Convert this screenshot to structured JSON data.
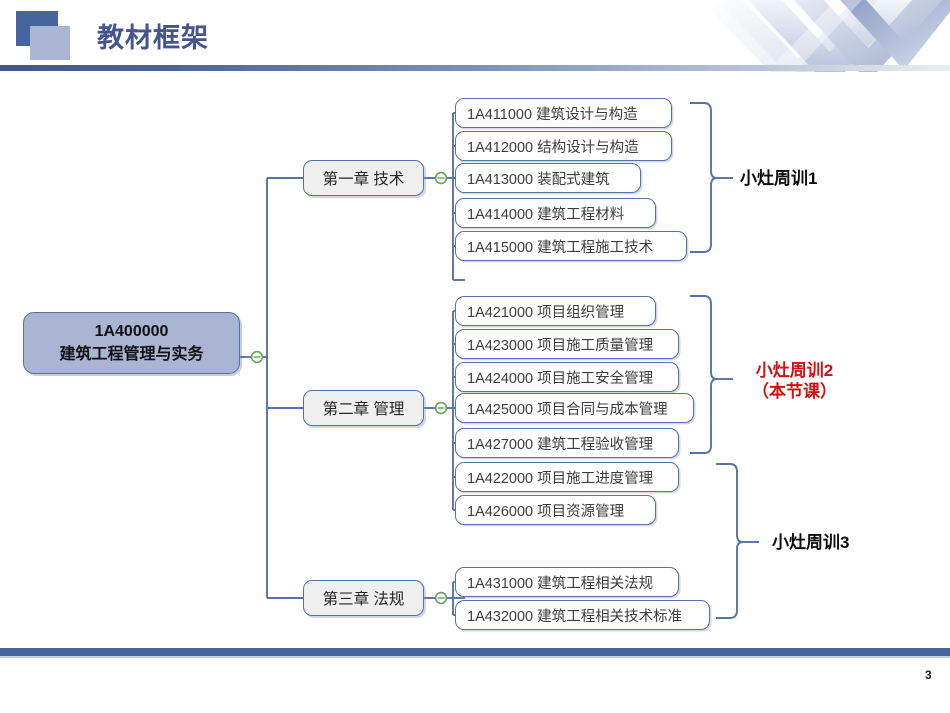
{
  "header": {
    "title": "教材框架",
    "logo_dark_color": "#46659e",
    "logo_light_color": "#aab4d3",
    "bar_color": "#44548f",
    "deco_icon": "chevron-zigzag-decoration"
  },
  "footer": {
    "page_number": "3",
    "bar_color": "#46659e"
  },
  "mindmap": {
    "root": {
      "line1": "1A400000",
      "line2": "建筑工程管理与实务",
      "fill": "#aab4d3"
    },
    "collapse_icon": "collapse-minus-icon",
    "chapters": [
      {
        "label": "第一章 技术",
        "items": [
          "1A411000 建筑设计与构造",
          "1A412000 结构设计与构造",
          "1A413000 装配式建筑",
          "1A414000 建筑工程材料",
          "1A415000 建筑工程施工技术"
        ]
      },
      {
        "label": "第二章 管理",
        "items": [
          "1A421000 项目组织管理",
          "1A423000 项目施工质量管理",
          "1A424000 项目施工安全管理",
          "1A425000 项目合同与成本管理",
          "1A427000 建筑工程验收管理",
          "1A422000 项目施工进度管理",
          "1A426000 项目资源管理"
        ]
      },
      {
        "label": "第三章 法规",
        "items": [
          "1A431000 建筑工程相关法规",
          "1A432000 建筑工程相关技术标准"
        ]
      }
    ],
    "groups": [
      {
        "label": "小灶周训1",
        "color": "#0d0d0d"
      },
      {
        "label": "小灶周训2\n（本节课）",
        "line1": "小灶周训2",
        "line2": "（本节课）",
        "color": "#d21012"
      },
      {
        "label": "小灶周训3",
        "color": "#0d0d0d"
      }
    ]
  }
}
